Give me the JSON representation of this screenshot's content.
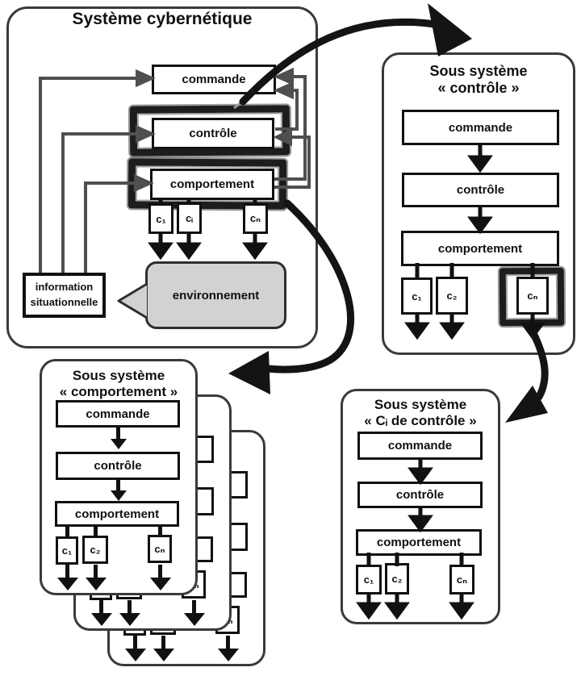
{
  "main_system": {
    "title": "Système cybernétique",
    "commande": "commande",
    "controle": "contrôle",
    "comportement": "comportement",
    "c_boxes": [
      "c₁",
      "cᵢ",
      "cₙ"
    ],
    "information": {
      "line1": "information",
      "line2": "situationnelle"
    },
    "environnement": "environnement"
  },
  "sub_controle": {
    "title_line1": "Sous système",
    "title_line2": "« contrôle »",
    "commande": "commande",
    "controle": "contrôle",
    "comportement": "comportement",
    "c_boxes": [
      "c₁",
      "c₂",
      "cₙ"
    ]
  },
  "sub_comportement": {
    "title_line1": "Sous système",
    "title_line2": "« comportement »",
    "commande": "commande",
    "controle": "contrôle",
    "comportement": "comportement",
    "c_boxes": [
      "c₁",
      "c₂",
      "cₙ"
    ]
  },
  "sub_ci_controle": {
    "title_line1": "Sous système",
    "title_line2": "« Cᵢ de contrôle »",
    "commande": "commande",
    "controle": "contrôle",
    "comportement": "comportement",
    "c_boxes": [
      "c₁",
      "c₂",
      "cₙ"
    ]
  },
  "colors": {
    "environment_fill": "#d2d2d2",
    "connector_gray": "#4f4f4f",
    "sketch_dark": "#1d1d1d",
    "ink_black": "#141414"
  }
}
